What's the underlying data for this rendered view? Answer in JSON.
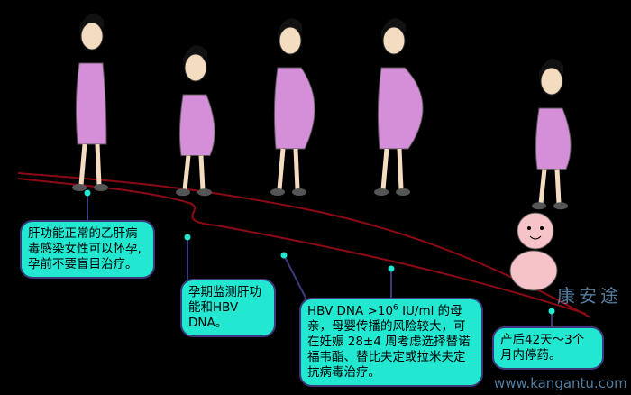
{
  "callouts": [
    {
      "text": "肝功能正常的乙肝病毒感染女性可以怀孕,孕前不要盲目治疗。"
    },
    {
      "text": "孕期监测肝功能和HBV DNA。"
    },
    {
      "text_pre": "HBV DNA >10",
      "sup": "6",
      "text_post": " IU/ml 的母亲，母婴传播的风险较大，可在妊娠 28±4 周考虑选择替诺福韦酯、替比夫定或拉米夫定抗病毒治疗。"
    },
    {
      "text": "产后42天～3个月内停药。"
    }
  ],
  "watermark": {
    "cn": "康安途",
    "url": "www.kangantu.com"
  },
  "colors": {
    "callout": "#22e8d2",
    "timeline": "#8b0a14",
    "dress": "#d58fd8",
    "background": "#000000"
  }
}
